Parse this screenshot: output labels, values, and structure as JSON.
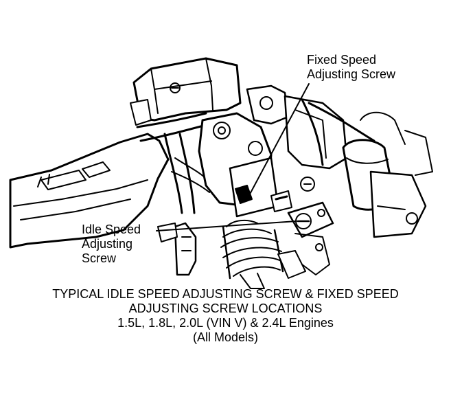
{
  "callouts": {
    "fixed_speed": {
      "line1": "Fixed Speed",
      "line2": "Adjusting Screw"
    },
    "idle_speed": {
      "line1": "Idle Speed",
      "line2": "Adjusting",
      "line3": "Screw"
    }
  },
  "caption": {
    "line1": "TYPICAL IDLE SPEED ADJUSTING SCREW & FIXED SPEED",
    "line2": "ADJUSTING SCREW LOCATIONS",
    "line3": "1.5L, 1.8L, 2.0L (VIN V) & 2.4L Engines",
    "line4": "(All Models)"
  },
  "colors": {
    "ink": "#000000",
    "paper": "#ffffff"
  }
}
